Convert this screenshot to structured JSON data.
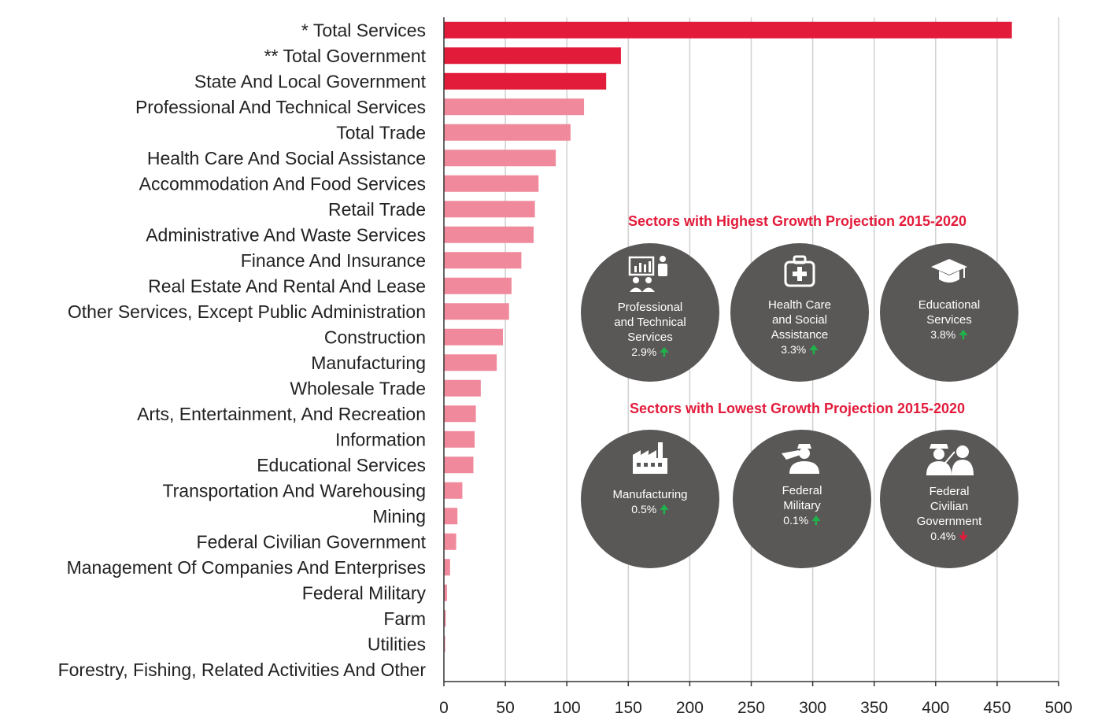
{
  "chart_data": {
    "type": "bar",
    "orientation": "horizontal",
    "categories": [
      "* Total Services",
      "** Total Government",
      "State And Local Government",
      "Professional And Technical Services",
      "Total Trade",
      "Health Care And Social Assistance",
      "Accommodation And Food Services",
      "Retail Trade",
      "Administrative And Waste Services",
      "Finance And Insurance",
      "Real Estate And Rental And Lease",
      "Other Services, Except Public Administration",
      "Construction",
      "Manufacturing",
      "Wholesale Trade",
      "Arts, Entertainment, And Recreation",
      "Information",
      "Educational Services",
      "Transportation And Warehousing",
      "Mining",
      "Federal Civilian Government",
      "Management Of Companies And Enterprises",
      "Federal Military",
      "Farm",
      "Utilities",
      "Forestry, Fishing, Related Activities And Other"
    ],
    "values": [
      462,
      144,
      132,
      114,
      103,
      91,
      77,
      74,
      73,
      63,
      55,
      53,
      48,
      43,
      30,
      26,
      25,
      24,
      15,
      11,
      10,
      5,
      2.5,
      1.5,
      1,
      0
    ],
    "highlighted": [
      true,
      true,
      true,
      false,
      false,
      false,
      false,
      false,
      false,
      false,
      false,
      false,
      false,
      false,
      false,
      false,
      false,
      false,
      false,
      false,
      false,
      false,
      false,
      false,
      false,
      false
    ],
    "xlim": [
      0,
      500
    ],
    "xticks": [
      0,
      50,
      100,
      150,
      200,
      250,
      300,
      350,
      400,
      450,
      500
    ],
    "grid": true,
    "colors": {
      "highlight": "#e31b3b",
      "normal": "#f0899b",
      "grid": "#d0d0d0",
      "axis": "#333333"
    }
  },
  "panels": {
    "highest": {
      "title": "Sectors with Highest Growth Projection 2015-2020",
      "items": [
        {
          "icon": "presentation-icon",
          "lines": [
            "Professional",
            "and Technical",
            "Services"
          ],
          "pct": "2.9%",
          "trend": "up"
        },
        {
          "icon": "first-aid-kit-icon",
          "lines": [
            "Health Care",
            "and Social",
            "Assistance"
          ],
          "pct": "3.3%",
          "trend": "up"
        },
        {
          "icon": "graduation-cap-icon",
          "lines": [
            "Educational",
            "Services"
          ],
          "pct": "3.8%",
          "trend": "up"
        }
      ]
    },
    "lowest": {
      "title": "Sectors with Lowest Growth Projection 2015-2020",
      "items": [
        {
          "icon": "factory-icon",
          "lines": [
            "Manufacturing"
          ],
          "pct": "0.5%",
          "trend": "up"
        },
        {
          "icon": "saluting-soldier-icon",
          "lines": [
            "Federal",
            "Military"
          ],
          "pct": "0.1%",
          "trend": "up"
        },
        {
          "icon": "civil-servants-icon",
          "lines": [
            "Federal",
            "Civilian",
            "Government"
          ],
          "pct": "0.4%",
          "trend": "down"
        }
      ]
    },
    "colors": {
      "bubble": "#5a5857",
      "title": "#e31b3b",
      "up": "#1fb24a",
      "down": "#e31b3b"
    }
  }
}
